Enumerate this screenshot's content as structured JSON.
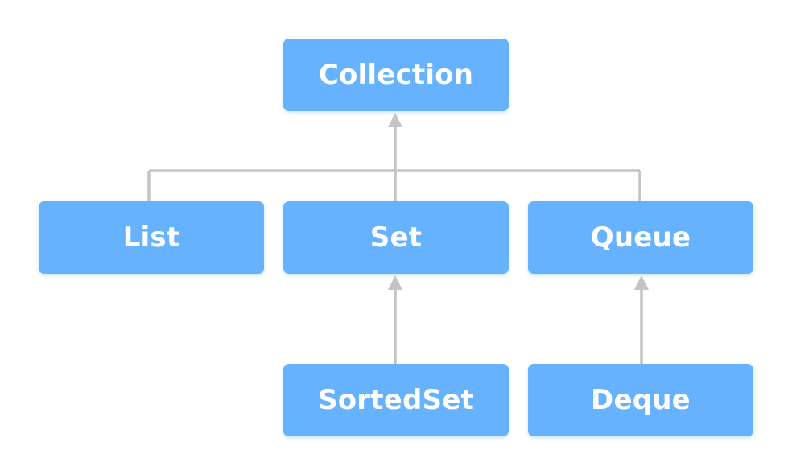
{
  "diagram": {
    "nodes": {
      "collection": "Collection",
      "list": "List",
      "set": "Set",
      "queue": "Queue",
      "sortedset": "SortedSet",
      "deque": "Deque"
    },
    "edges": [
      {
        "from": "list",
        "to": "collection"
      },
      {
        "from": "set",
        "to": "collection"
      },
      {
        "from": "queue",
        "to": "collection"
      },
      {
        "from": "sortedset",
        "to": "set"
      },
      {
        "from": "deque",
        "to": "queue"
      }
    ],
    "colors": {
      "node_fill": "#66b2ff",
      "node_text": "#ffffff",
      "connector": "#c4c4c4"
    }
  }
}
